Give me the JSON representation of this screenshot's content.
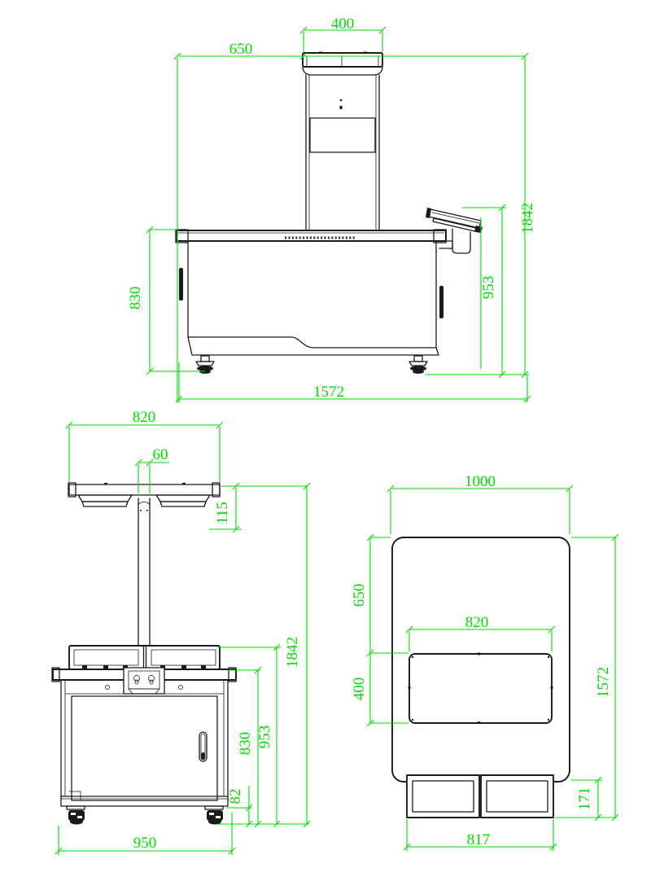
{
  "colors": {
    "dimension": "#00dd00",
    "line": "#1a1a1a",
    "background": "#ffffff"
  },
  "side_view": {
    "dims": {
      "tower_top_width": "400",
      "counter_edge_to_tower": "650",
      "overall_height": "1842",
      "display_top_height": "953",
      "counter_top_height": "830",
      "overall_length": "1572"
    }
  },
  "front_view": {
    "dims": {
      "scale_head_width": "820",
      "pole_width": "60",
      "scale_head_height": "115",
      "overall_height": "1842",
      "display_top_height": "953",
      "counter_top_height": "830",
      "base_clearance": "82",
      "overall_width": "950"
    }
  },
  "plan_view": {
    "dims": {
      "counter_width": "1000",
      "edge_to_tower": "650",
      "tower_width": "820",
      "tower_depth": "400",
      "overall_length": "1572",
      "display_overhang": "171",
      "displays_width": "817"
    }
  }
}
